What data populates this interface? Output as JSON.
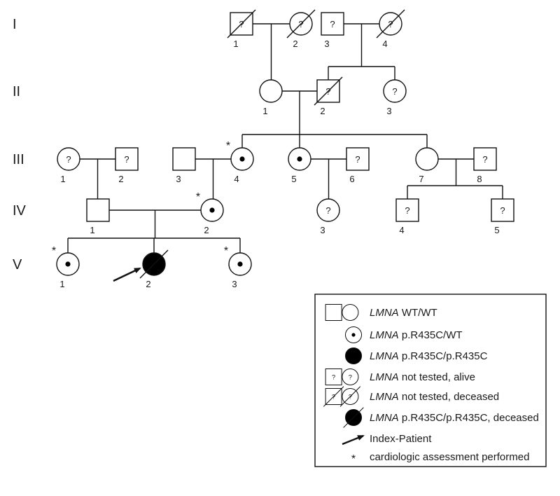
{
  "generations": [
    "I",
    "II",
    "III",
    "IV",
    "V"
  ],
  "individuals": [
    {
      "id": "I-1",
      "label": "1",
      "sex": "male",
      "status": "not_tested",
      "deceased": true,
      "mark": "?"
    },
    {
      "id": "I-2",
      "label": "2",
      "sex": "female",
      "status": "not_tested",
      "deceased": true,
      "mark": "?"
    },
    {
      "id": "I-3",
      "label": "3",
      "sex": "male",
      "status": "not_tested",
      "deceased": false,
      "mark": "?"
    },
    {
      "id": "I-4",
      "label": "4",
      "sex": "female",
      "status": "not_tested",
      "deceased": true,
      "mark": "?"
    },
    {
      "id": "II-1",
      "label": "1",
      "sex": "female",
      "status": "wt",
      "deceased": false,
      "mark": ""
    },
    {
      "id": "II-2",
      "label": "2",
      "sex": "male",
      "status": "not_tested",
      "deceased": true,
      "mark": "?"
    },
    {
      "id": "II-3",
      "label": "3",
      "sex": "female",
      "status": "not_tested",
      "deceased": false,
      "mark": "?"
    },
    {
      "id": "III-1",
      "label": "1",
      "sex": "female",
      "status": "not_tested",
      "deceased": false,
      "mark": "?"
    },
    {
      "id": "III-2",
      "label": "2",
      "sex": "male",
      "status": "not_tested",
      "deceased": false,
      "mark": "?"
    },
    {
      "id": "III-3",
      "label": "3",
      "sex": "male",
      "status": "wt",
      "deceased": false,
      "mark": ""
    },
    {
      "id": "III-4",
      "label": "4",
      "sex": "female",
      "status": "het",
      "deceased": false,
      "mark": "",
      "assessed": true
    },
    {
      "id": "III-5",
      "label": "5",
      "sex": "female",
      "status": "het",
      "deceased": false,
      "mark": ""
    },
    {
      "id": "III-6",
      "label": "6",
      "sex": "male",
      "status": "not_tested",
      "deceased": false,
      "mark": "?"
    },
    {
      "id": "III-7",
      "label": "7",
      "sex": "female",
      "status": "wt",
      "deceased": false,
      "mark": ""
    },
    {
      "id": "III-8",
      "label": "8",
      "sex": "male",
      "status": "not_tested",
      "deceased": false,
      "mark": "?"
    },
    {
      "id": "IV-1",
      "label": "1",
      "sex": "male",
      "status": "wt",
      "deceased": false,
      "mark": ""
    },
    {
      "id": "IV-2",
      "label": "2",
      "sex": "female",
      "status": "het",
      "deceased": false,
      "mark": "",
      "assessed": true
    },
    {
      "id": "IV-3",
      "label": "3",
      "sex": "female",
      "status": "not_tested",
      "deceased": false,
      "mark": "?"
    },
    {
      "id": "IV-4",
      "label": "4",
      "sex": "male",
      "status": "not_tested",
      "deceased": false,
      "mark": "?"
    },
    {
      "id": "IV-5",
      "label": "5",
      "sex": "male",
      "status": "not_tested",
      "deceased": false,
      "mark": "?"
    },
    {
      "id": "V-1",
      "label": "1",
      "sex": "female",
      "status": "het",
      "deceased": false,
      "mark": "",
      "assessed": true
    },
    {
      "id": "V-2",
      "label": "2",
      "sex": "female",
      "status": "hom",
      "deceased": true,
      "mark": "",
      "index": true
    },
    {
      "id": "V-3",
      "label": "3",
      "sex": "female",
      "status": "het",
      "deceased": false,
      "mark": "",
      "assessed": true
    }
  ],
  "couples": [
    {
      "partners": [
        "I-1",
        "I-2"
      ],
      "children": [
        "II-1"
      ]
    },
    {
      "partners": [
        "I-3",
        "I-4"
      ],
      "children": [
        "II-2",
        "II-3"
      ]
    },
    {
      "partners": [
        "II-1",
        "II-2"
      ],
      "children": [
        "III-4",
        "III-5",
        "III-7"
      ]
    },
    {
      "partners": [
        "III-1",
        "III-2"
      ],
      "children": [
        "IV-1"
      ]
    },
    {
      "partners": [
        "III-3",
        "III-4"
      ],
      "children": [
        "IV-2"
      ]
    },
    {
      "partners": [
        "III-5",
        "III-6"
      ],
      "children": [
        "IV-3"
      ]
    },
    {
      "partners": [
        "III-7",
        "III-8"
      ],
      "children": [
        "IV-4",
        "IV-5"
      ]
    },
    {
      "partners": [
        "IV-1",
        "IV-2"
      ],
      "children": [
        "V-1",
        "V-2",
        "V-3"
      ]
    }
  ],
  "assessment_mark": "*",
  "legend": {
    "gene": "LMNA",
    "items": [
      {
        "key": "wt",
        "text": " WT/WT"
      },
      {
        "key": "het",
        "text": " p.R435C/WT"
      },
      {
        "key": "hom",
        "text": " p.R435C/p.R435C"
      },
      {
        "key": "not_tested",
        "text": " not tested, alive"
      },
      {
        "key": "not_tested_dec",
        "text": " not tested, deceased"
      },
      {
        "key": "hom_dec",
        "text": " p.R435C/p.R435C, deceased"
      },
      {
        "key": "index",
        "text": "Index-Patient",
        "no_gene": true
      },
      {
        "key": "assessed",
        "text": "cardiologic assessment performed",
        "no_gene": true
      }
    ]
  }
}
